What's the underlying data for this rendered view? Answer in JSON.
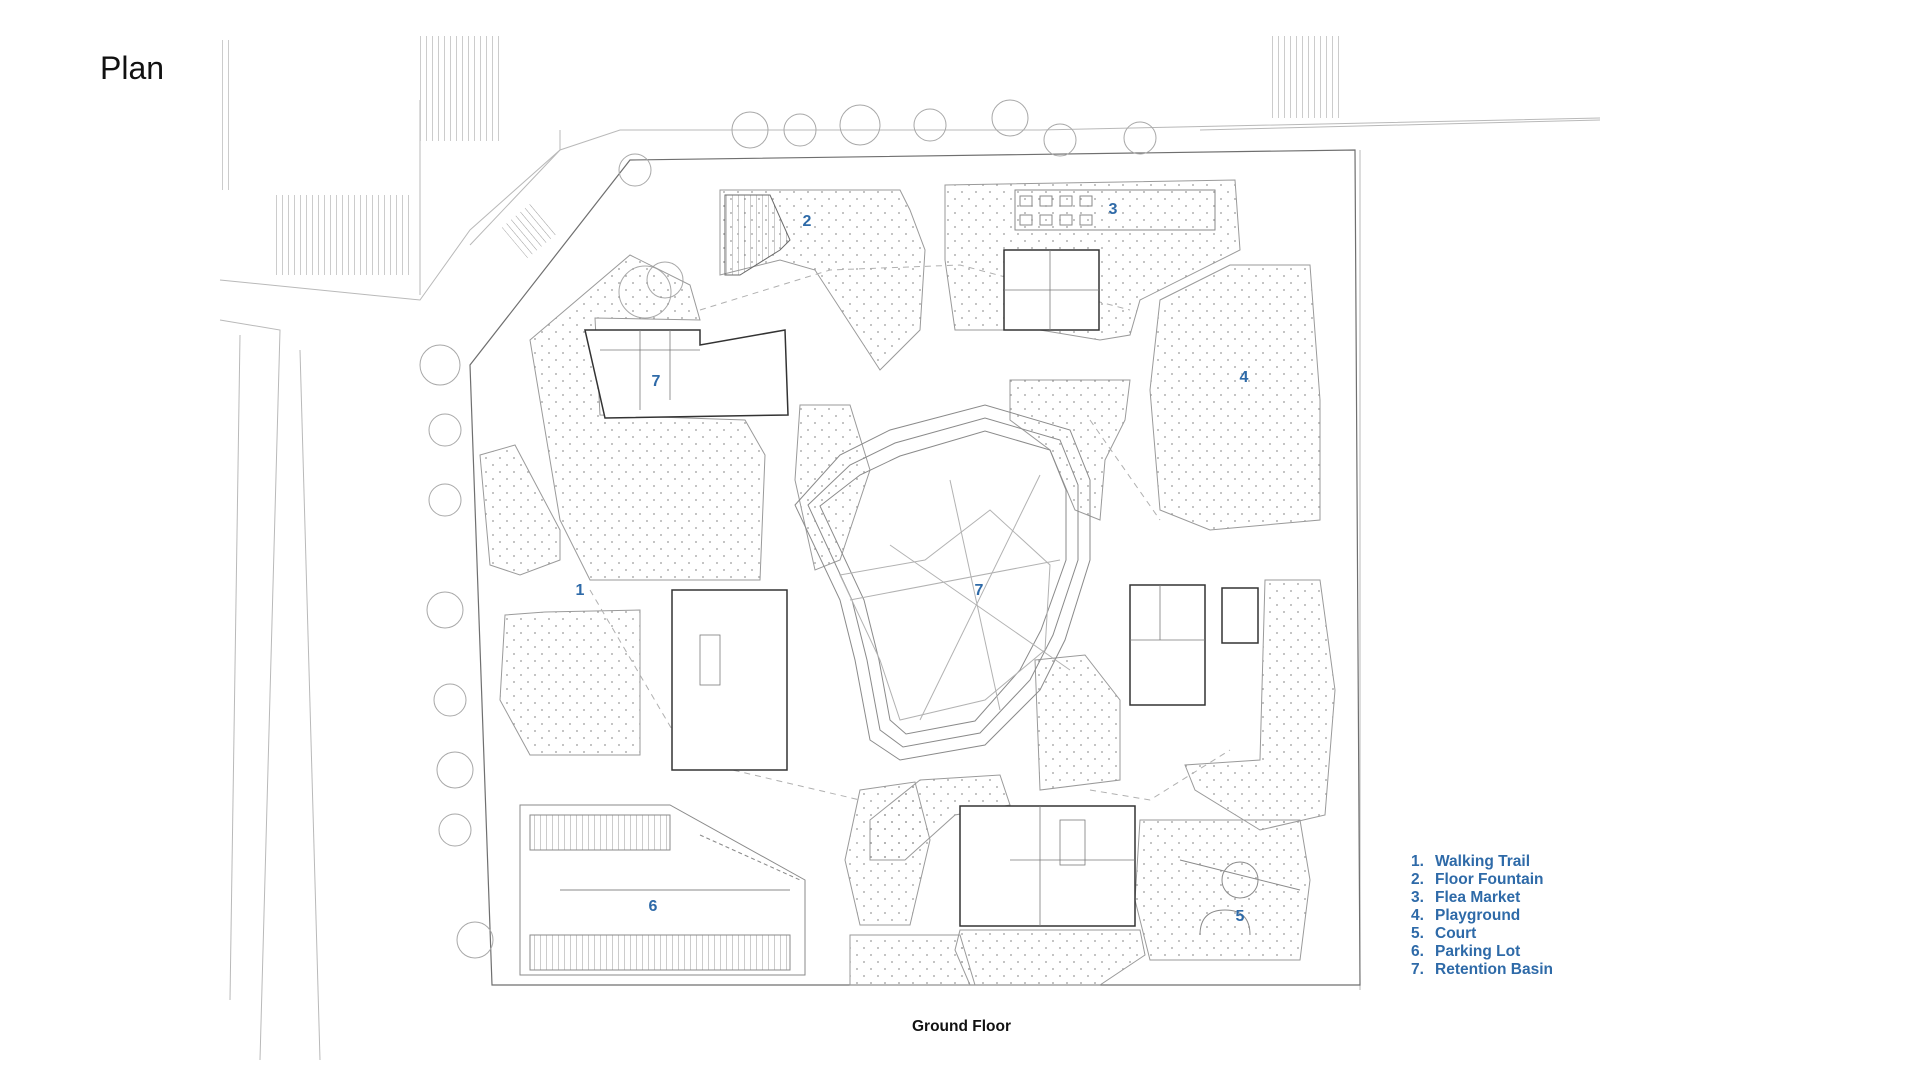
{
  "page_title": "Plan",
  "caption": "Ground Floor",
  "accent_color": "#2e6aa8",
  "area_numbers": {
    "walking_trail": "1",
    "floor_fountain": "2",
    "flea_market": "3",
    "playground": "4",
    "court": "5",
    "parking_lot": "6",
    "retention_basin": "7"
  },
  "legend": [
    {
      "number": "1.",
      "label": "Walking Trail"
    },
    {
      "number": "2.",
      "label": "Floor Fountain"
    },
    {
      "number": "3.",
      "label": "Flea Market"
    },
    {
      "number": "4.",
      "label": "Playground"
    },
    {
      "number": "5.",
      "label": "Court"
    },
    {
      "number": "6.",
      "label": "Parking Lot"
    },
    {
      "number": "7.",
      "label": "Retention Basin"
    }
  ]
}
